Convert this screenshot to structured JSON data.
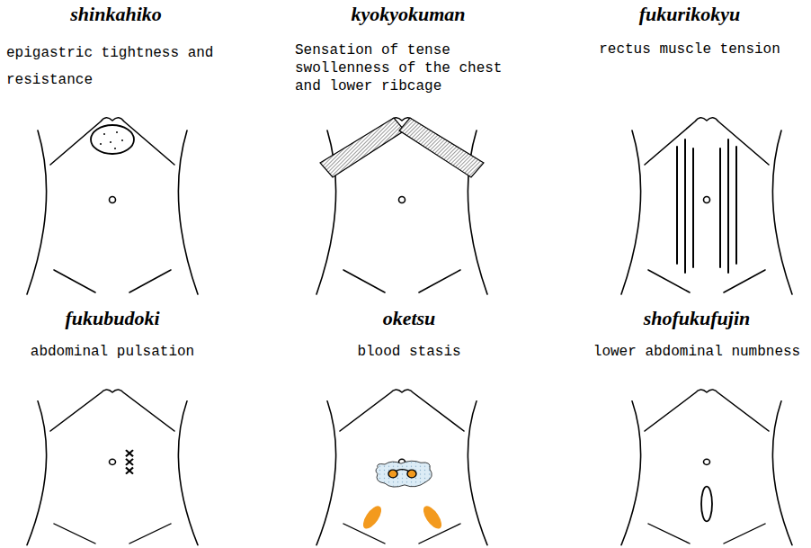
{
  "diagram": {
    "nodes": [
      {
        "text": [
          "shinkahiko",
          "epigastric tightness and resistance"
        ]
      },
      {
        "text": [
          "kyokyokuman",
          "Sensation of tense swollenness of the chest and lower ribcage"
        ]
      },
      {
        "text": [
          "fukurikokyu",
          "rectus muscle tension"
        ]
      },
      {
        "text": [
          "fukubudoki",
          "abdominal pulsation"
        ]
      },
      {
        "text": [
          "oketsu",
          "blood stasis"
        ]
      },
      {
        "text": [
          "shofukufujin",
          "lower abdominal numbness"
        ]
      }
    ]
  }
}
